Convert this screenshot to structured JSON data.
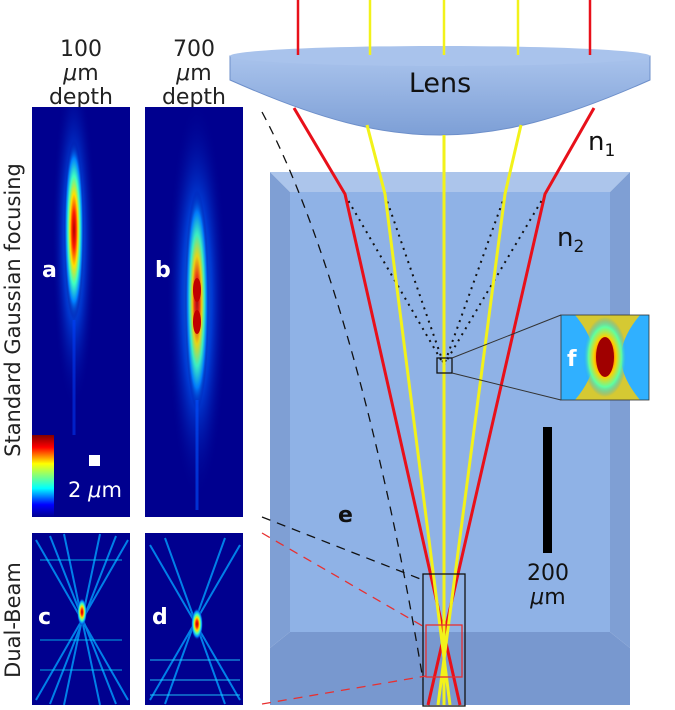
{
  "columns": {
    "col1": {
      "value": "100",
      "unit_prefix": "μ",
      "unit_suffix": "m",
      "word": "depth"
    },
    "col2": {
      "value": "700",
      "unit_prefix": "μ",
      "unit_suffix": "m",
      "word": "depth"
    }
  },
  "row_labels": {
    "standard": "Standard Gaussian focusing",
    "dual": "Dual-Beam"
  },
  "panels": {
    "a": "a",
    "b": "b",
    "c": "c",
    "d": "d",
    "e": "e",
    "f": "f"
  },
  "scale_small": {
    "value": "2",
    "unit_prefix": "μ",
    "unit_suffix": "m"
  },
  "scale_large": {
    "value": "200",
    "unit_prefix": "μ",
    "unit_suffix": "m"
  },
  "lens_label": "Lens",
  "media": {
    "n1": {
      "base": "n",
      "sub": "1"
    },
    "n2": {
      "base": "n",
      "sub": "2"
    }
  },
  "colors": {
    "block": "#8fb2e6",
    "lens": "#8fb0e0",
    "ray_outer": "#e8101a",
    "ray_inner": "#f2f21a",
    "field_bg": "#00008f",
    "zoom_red": "#e83030",
    "zoom_black": "#111111"
  }
}
